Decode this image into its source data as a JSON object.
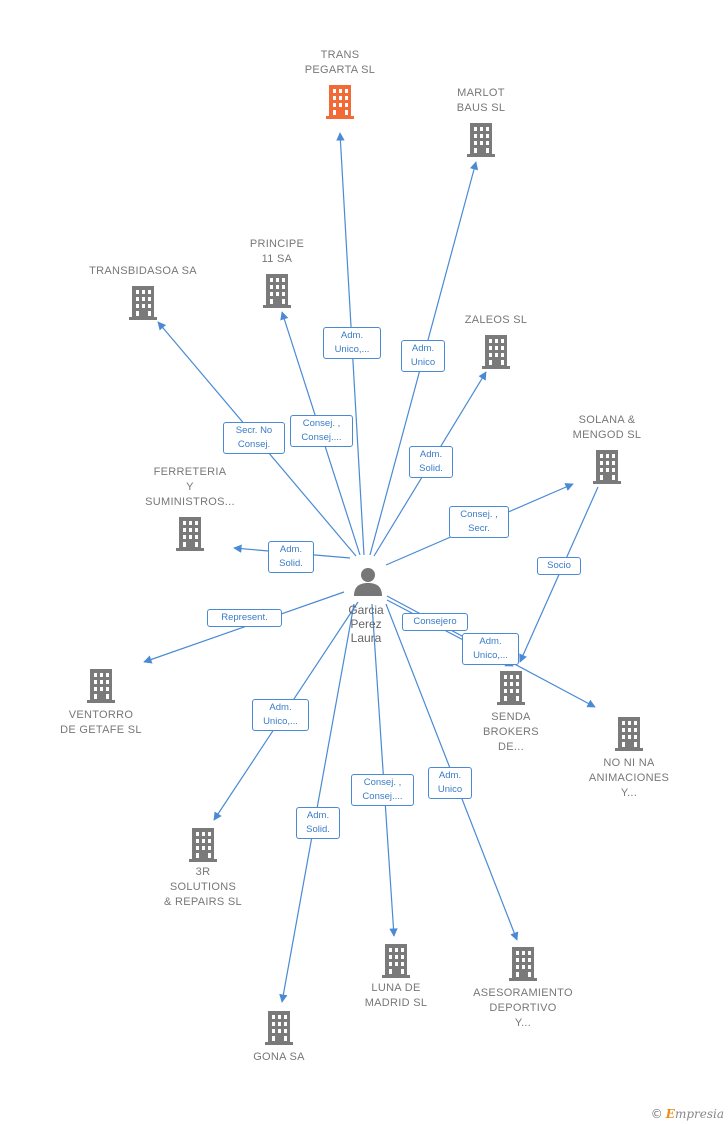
{
  "center": {
    "name": "Garcia\nPerez\nLaura"
  },
  "nodes": [
    {
      "id": "trans",
      "label": "TRANS\nPEGARTA  SL",
      "highlight": true
    },
    {
      "id": "marlot",
      "label": "MARLOT\nBAUS  SL"
    },
    {
      "id": "transbidasoa",
      "label": "TRANSBIDASOA SA"
    },
    {
      "id": "principe",
      "label": "PRINCIPE\n11 SA"
    },
    {
      "id": "zaleos",
      "label": "ZALEOS  SL"
    },
    {
      "id": "solana",
      "label": "SOLANA &\nMENGOD SL"
    },
    {
      "id": "ferreteria",
      "label": "FERRETERIA\nY\nSUMINISTROS..."
    },
    {
      "id": "ventorro",
      "label": "VENTORRO\nDE GETAFE  SL"
    },
    {
      "id": "senda",
      "label": "SENDA\nBROKERS\nDE..."
    },
    {
      "id": "noni",
      "label": "NO NI NA\nANIMACIONES\nY..."
    },
    {
      "id": "3r",
      "label": "3R\nSOLUTIONS\n& REPAIRS  SL"
    },
    {
      "id": "luna",
      "label": "LUNA DE\nMADRID SL"
    },
    {
      "id": "asesoramiento",
      "label": "ASESORAMIENTO\nDEPORTIVO\nY..."
    },
    {
      "id": "gona",
      "label": "GONA SA"
    }
  ],
  "relations": [
    {
      "to": "trans",
      "label": "Adm.\nUnico,..."
    },
    {
      "to": "marlot",
      "label": "Adm.\nUnico"
    },
    {
      "to": "transbidasoa",
      "label": "Secr.  No\nConsej."
    },
    {
      "to": "principe",
      "label": "Consej. ,\nConsej...."
    },
    {
      "to": "zaleos",
      "label": "Adm.\nSolid."
    },
    {
      "to": "solana",
      "label": "Consej. ,\nSecr."
    },
    {
      "to": "solana-senda",
      "label": "Socio"
    },
    {
      "to": "ferreteria",
      "label": "Adm.\nSolid."
    },
    {
      "to": "ventorro",
      "label": "Represent."
    },
    {
      "to": "noni",
      "label": "Consejero"
    },
    {
      "to": "senda",
      "label": "Adm.\nUnico,..."
    },
    {
      "to": "3r",
      "label": "Adm.\nUnico,..."
    },
    {
      "to": "luna",
      "label": "Consej. ,\nConsej...."
    },
    {
      "to": "asesoramiento",
      "label": "Adm.\nUnico"
    },
    {
      "to": "gona",
      "label": "Adm.\nSolid."
    }
  ],
  "colors": {
    "edge": "#4a8ad4",
    "building": "#7a7a7a",
    "building_highlight": "#f26a35",
    "person": "#777777"
  },
  "icons": {
    "building": "building-icon",
    "person": "person-icon"
  },
  "brand": {
    "copyright": "©",
    "name": "mpresia",
    "initial": "E"
  }
}
